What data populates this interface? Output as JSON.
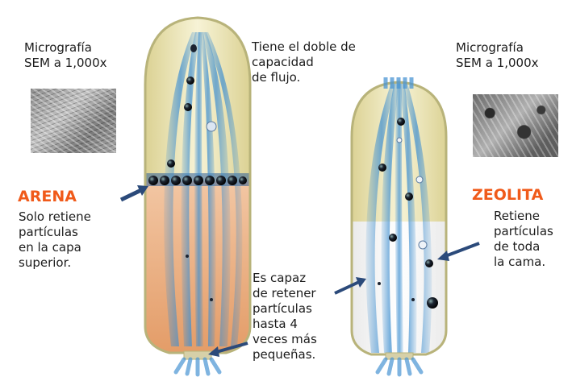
{
  "left": {
    "micro_label": "Micrografía\nSEM a 1,000x",
    "title": "ARENA",
    "desc": "Solo retiene\npartículas\nen la capa\nsuperior."
  },
  "center": {
    "top_note": "Tiene el doble de\ncapacidad\nde flujo.",
    "bottom_note": "Es capaz\nde retener\npartículas\nhasta 4\nveces más\npequeñas."
  },
  "right": {
    "micro_label": "Micrografía\nSEM a 1,000x",
    "title": "ZEOLITA",
    "desc": "Retiene\npartículas\nde toda\nla cama."
  },
  "colors": {
    "accent": "#f05a1a",
    "arrow": "#2b4a7a",
    "flow": "#3f8fd0",
    "sand": "#e8a779",
    "top_fill": "#efe7b6",
    "shell": "#b8b37a"
  }
}
